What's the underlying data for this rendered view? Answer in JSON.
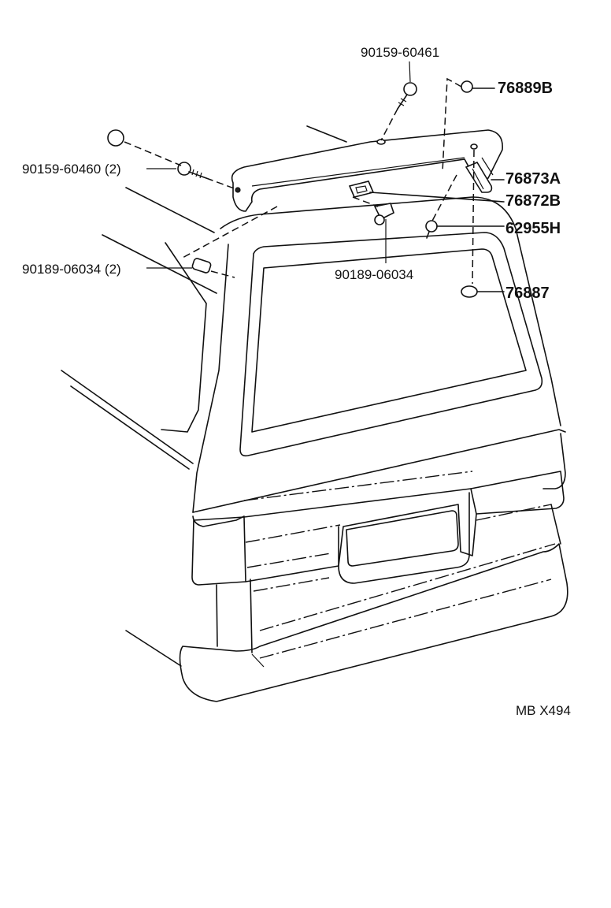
{
  "diagram": {
    "labels": {
      "screw_top": "90159-60461",
      "screw_left": "90159-60460 (2)",
      "clip_left": "90189-06034 (2)",
      "clip_center": "90189-06034",
      "part_76889b": "76889B",
      "part_76873a": "76873A",
      "part_76872b": "76872B",
      "part_62955h": "62955H",
      "part_76887": "76887"
    },
    "footer_code": "MB X494"
  },
  "colors": {
    "line": "#111111",
    "background": "#ffffff"
  }
}
